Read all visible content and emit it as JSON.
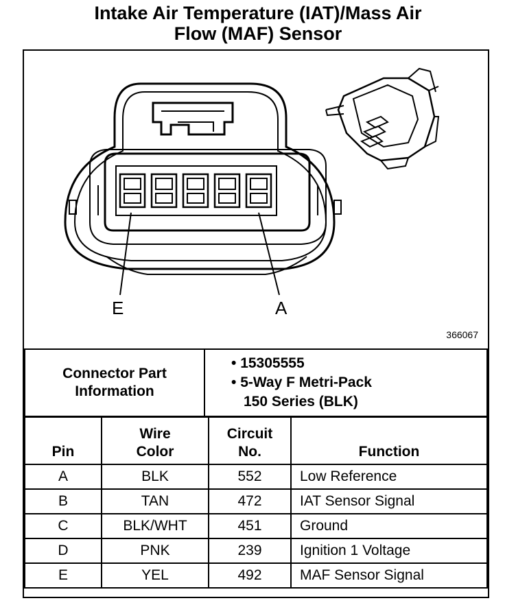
{
  "title": {
    "line1": "Intake Air Temperature (IAT)/Mass Air",
    "line2": "Flow (MAF) Sensor"
  },
  "figure": {
    "number": "366067",
    "pin_labels": {
      "left": "E",
      "right": "A"
    }
  },
  "connector_info": {
    "label_line1": "Connector Part",
    "label_line2": "Information",
    "part_number": "15305555",
    "description_line1": "5-Way F Metri-Pack",
    "description_line2": "150 Series (BLK)"
  },
  "pin_table": {
    "headers": {
      "pin": "Pin",
      "wire_line1": "Wire",
      "wire_line2": "Color",
      "circuit_line1": "Circuit",
      "circuit_line2": "No.",
      "function": "Function"
    },
    "rows": [
      {
        "pin": "A",
        "color": "BLK",
        "circuit": "552",
        "function": "Low Reference"
      },
      {
        "pin": "B",
        "color": "TAN",
        "circuit": "472",
        "function": "IAT Sensor Signal"
      },
      {
        "pin": "C",
        "color": "BLK/WHT",
        "circuit": "451",
        "function": "Ground"
      },
      {
        "pin": "D",
        "color": "PNK",
        "circuit": "239",
        "function": "Ignition 1 Voltage"
      },
      {
        "pin": "E",
        "color": "YEL",
        "circuit": "492",
        "function": "MAF Sensor Signal"
      }
    ]
  }
}
